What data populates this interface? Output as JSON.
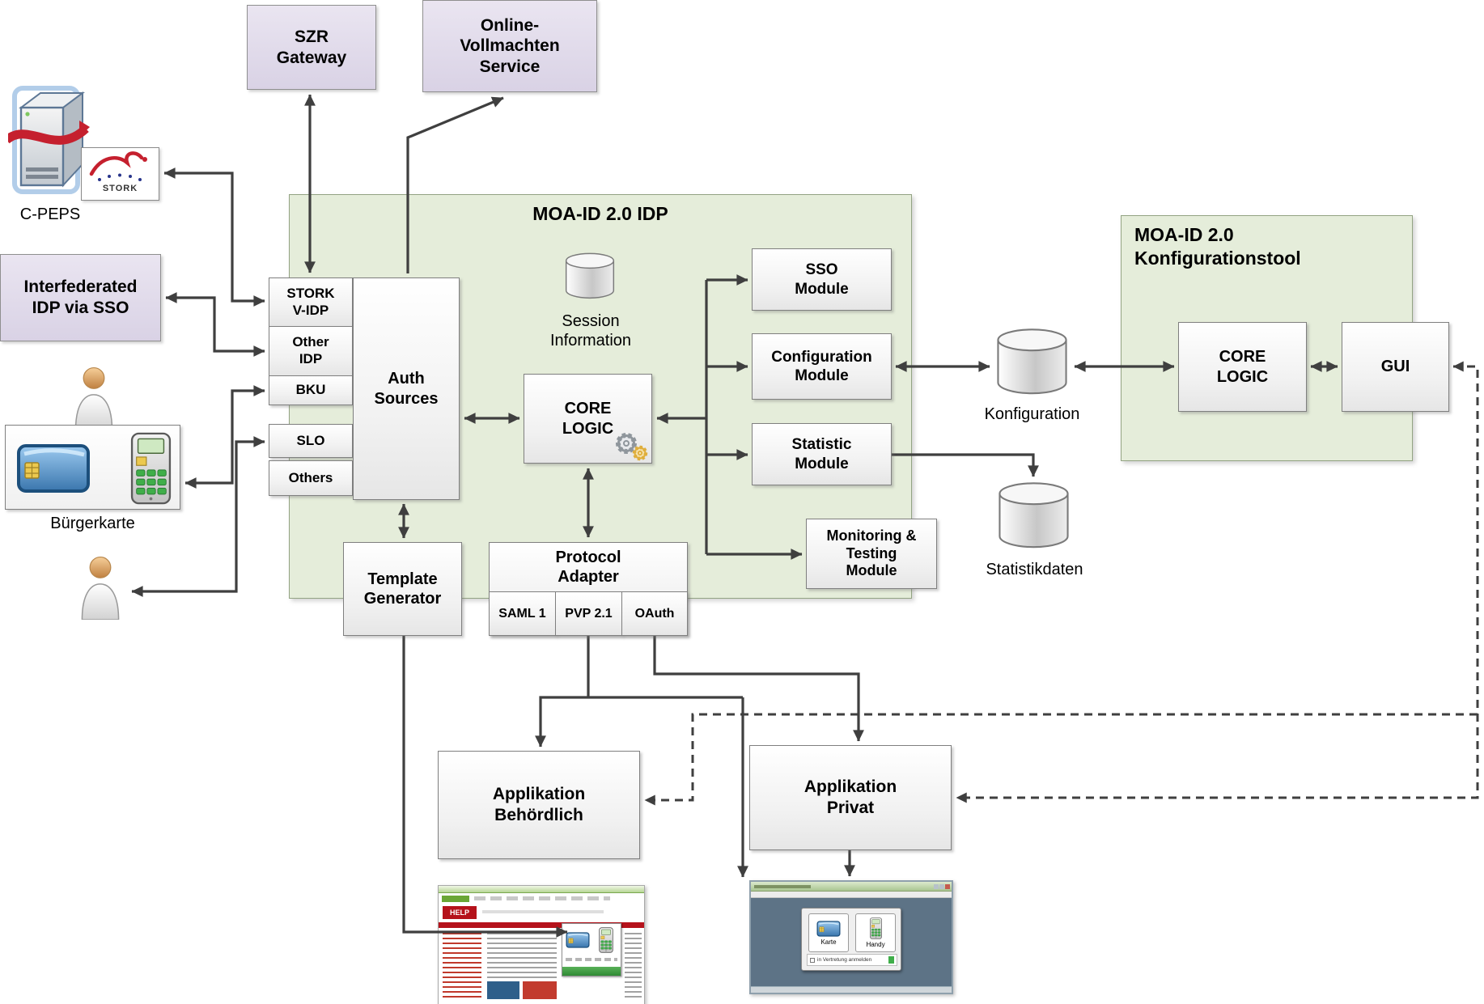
{
  "colors": {
    "panel_green": "#e5edda",
    "box_purple": "#ded7e9",
    "arrow_gray": "#3f3f3f",
    "help_red": "#b5121b",
    "card_blue": "#3a76ad",
    "keypad_green": "#3fae49"
  },
  "external": {
    "szr_gateway": "SZR\nGateway",
    "online_vollmachten": "Online-\nVollmachten\nService",
    "cpeps": "C-PEPS",
    "stork": "STORK",
    "interfederated_idp": "Interfederated\nIDP via SSO",
    "buergerkarte": "Bürgerkarte"
  },
  "idp": {
    "title": "MOA-ID 2.0 IDP",
    "auth_boxes": [
      "STORK\nV-IDP",
      "Other\nIDP",
      "BKU",
      "SLO",
      "Others"
    ],
    "auth_sources": "Auth\nSources",
    "session_information": "Session\nInformation",
    "core_logic": "CORE\nLOGIC",
    "modules": [
      "SSO\nModule",
      "Configuration\nModule",
      "Statistic\nModule",
      "Monitoring &\nTesting\nModule"
    ],
    "template_generator": "Template\nGenerator",
    "protocol_adapter": "Protocol\nAdapter",
    "protocols": [
      "SAML 1",
      "PVP 2.1",
      "OAuth"
    ]
  },
  "datastores": {
    "konfiguration": "Konfiguration",
    "statistikdaten": "Statistikdaten"
  },
  "konfigtool": {
    "title": "MOA-ID 2.0\nKonfigurationstool",
    "core_logic": "CORE\nLOGIC",
    "gui": "GUI"
  },
  "applications": {
    "behoerdlich": "Applikation\nBehördlich",
    "privat": "Applikation\nPrivat"
  },
  "screenshots": {
    "help_logo": "HELP",
    "karte": "Karte",
    "handy": "Handy",
    "vertretung": "in Vertretung anmelden"
  }
}
